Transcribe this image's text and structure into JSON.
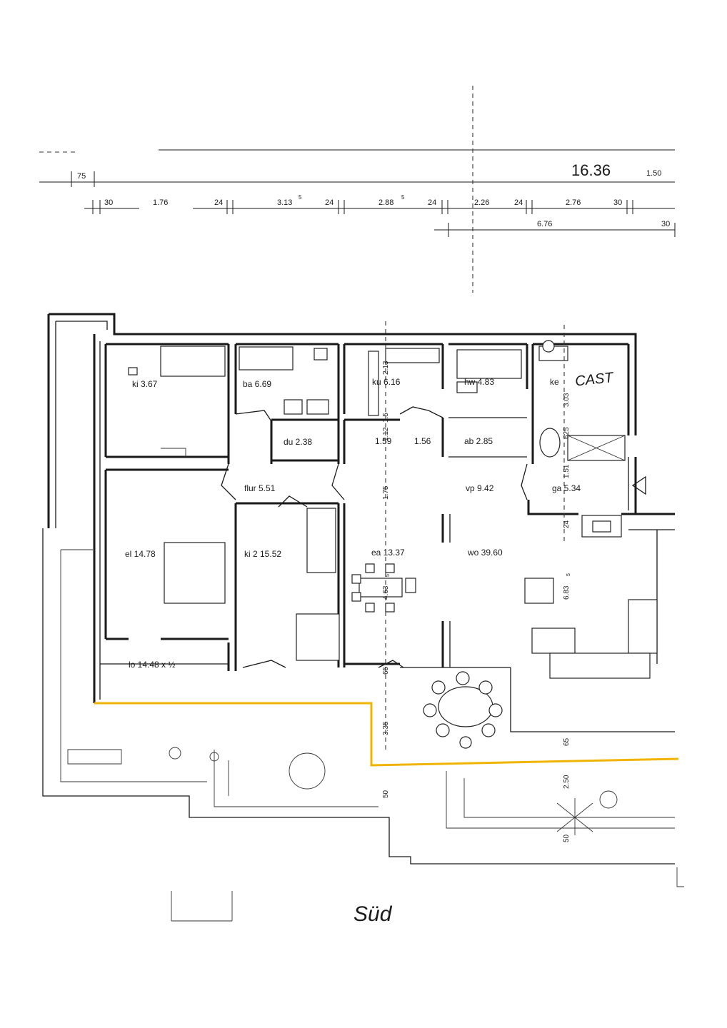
{
  "dimensions": {
    "total_width": "16.36",
    "top_left": "75",
    "top_right": "1.50",
    "segments": [
      "30",
      "1.76",
      "24",
      "3.13",
      "5",
      "24",
      "2.88",
      "5",
      "24",
      "2.26",
      "24",
      "2.76",
      "30"
    ],
    "lower_line": "6.76",
    "lower_line_end": "30"
  },
  "rooms": [
    {
      "label": "ki 3.67"
    },
    {
      "label": "ba 6.69"
    },
    {
      "label": "ku 6.16"
    },
    {
      "label": "hw 4.83"
    },
    {
      "label": "ke"
    },
    {
      "label": "du 2.38"
    },
    {
      "label": "1.59"
    },
    {
      "label": "1.56"
    },
    {
      "label": "ab 2.85"
    },
    {
      "label": "flur 5.51"
    },
    {
      "label": "vp 9.42"
    },
    {
      "label": "ga 5.34"
    },
    {
      "label": "el 14.78"
    },
    {
      "label": "ki 2 15.52"
    },
    {
      "label": "ea 13.37"
    },
    {
      "label": "wo 39.60"
    },
    {
      "label": "lo 14.48 x ½"
    }
  ],
  "inner_dimensions": {
    "v_ku": "2.13",
    "v_mid_a": "1.5",
    "v_mid_b": "1.12",
    "v_hall": "1.75",
    "v_ke": "3.03",
    "v_ga_a": "625",
    "v_ga_b": "1.51",
    "v_wo_top": "24",
    "v_ea": "4.63",
    "v_ea_b": "5",
    "v_wo": "6.83",
    "v_wo_b": "5",
    "v_terrace": "3.35",
    "v_terrace_top": "65",
    "v_right": "65",
    "v_garden": "2.50",
    "v_garden_b": "50",
    "v_steps": "50"
  },
  "annotations": {
    "handwritten_top": "CAST",
    "handwritten_bottom": "Süd"
  },
  "colors": {
    "ink": "#1a1a1a",
    "highlight": "#f0b400",
    "paper": "#ffffff"
  }
}
